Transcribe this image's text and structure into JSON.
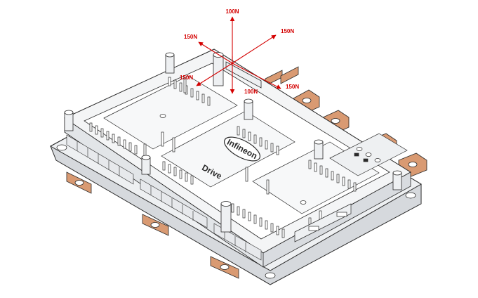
{
  "colors": {
    "force": "#d40000",
    "outline": "#2a2a2a",
    "housing": "#eef0f2",
    "housing_shade": "#d6d9dd",
    "copper": "#d99a72",
    "copper_dark": "#b8754d"
  },
  "forces": [
    {
      "id": "up",
      "label": "100N"
    },
    {
      "id": "down",
      "label": "100N"
    },
    {
      "id": "left-up",
      "label": "150N"
    },
    {
      "id": "right-up",
      "label": "150N"
    },
    {
      "id": "left-down",
      "label": "150N"
    },
    {
      "id": "right-down",
      "label": "150N"
    }
  ],
  "module": {
    "logo_text": "Infineon",
    "drive_text": "Drive"
  }
}
